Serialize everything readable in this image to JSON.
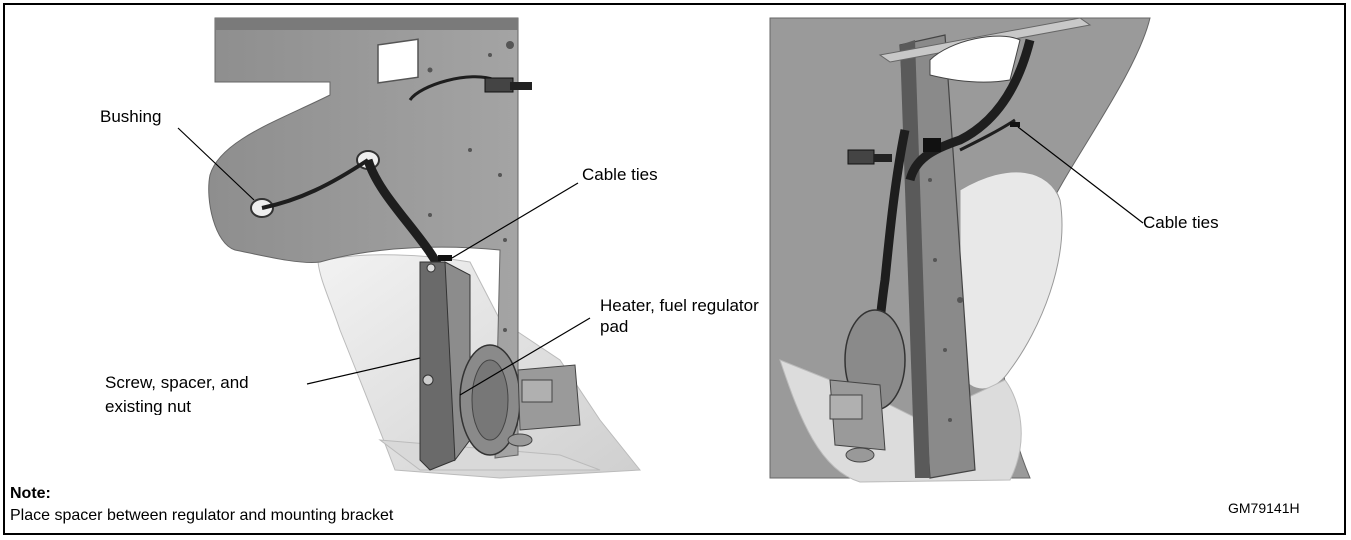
{
  "labels": {
    "bushing": "Bushing",
    "cable_ties_left": "Cable ties",
    "heater_line1": "Heater, fuel regulator",
    "heater_line2": "pad",
    "screw_line1": "Screw, spacer, and",
    "screw_line2": "existing nut",
    "cable_ties_right": "Cable ties"
  },
  "note": {
    "title": "Note:",
    "text": "Place spacer between regulator and mounting bracket"
  },
  "figure_code": "GM79141H"
}
